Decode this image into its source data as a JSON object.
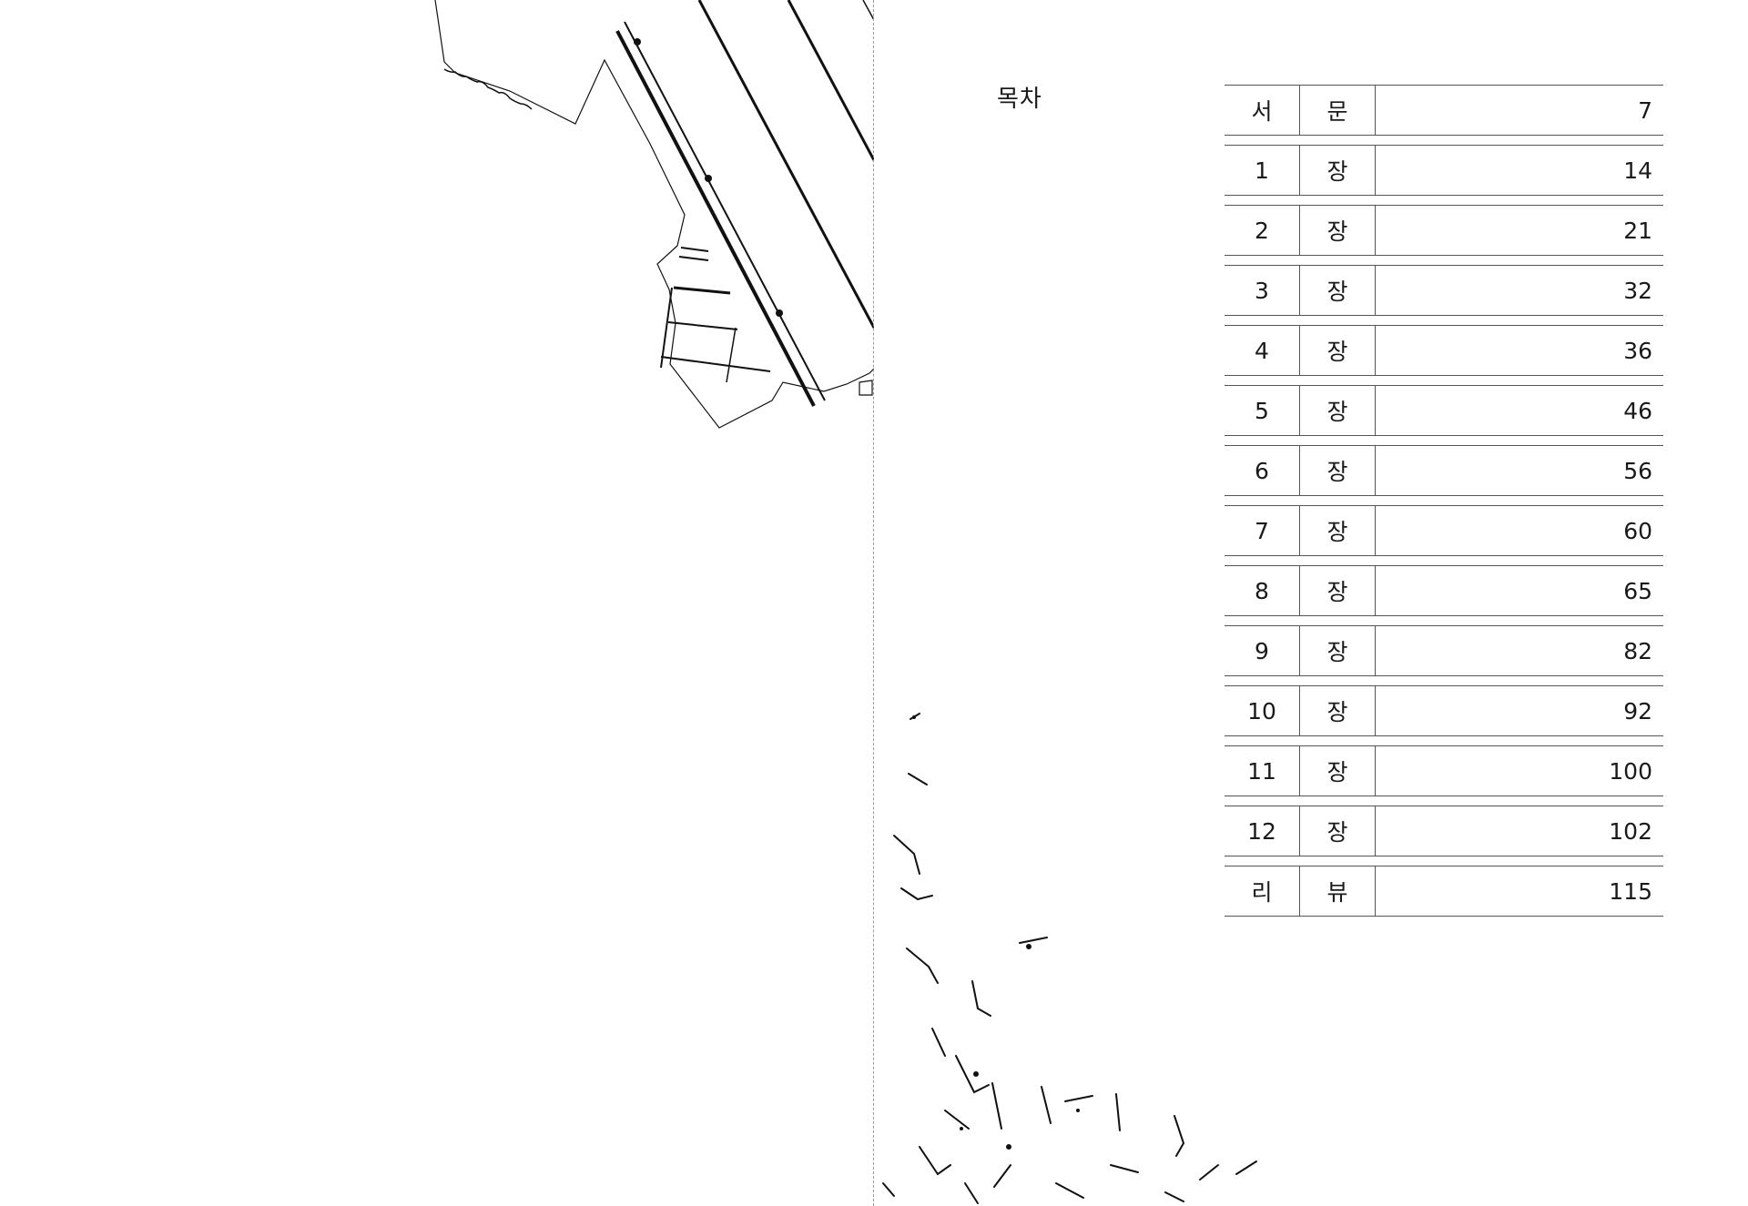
{
  "toc": {
    "title": "목차",
    "rows": [
      {
        "a": "서",
        "b": "문",
        "page": "7"
      },
      {
        "a": "1",
        "b": "장",
        "page": "14"
      },
      {
        "a": "2",
        "b": "장",
        "page": "21"
      },
      {
        "a": "3",
        "b": "장",
        "page": "32"
      },
      {
        "a": "4",
        "b": "장",
        "page": "36"
      },
      {
        "a": "5",
        "b": "장",
        "page": "46"
      },
      {
        "a": "6",
        "b": "장",
        "page": "56"
      },
      {
        "a": "7",
        "b": "장",
        "page": "60"
      },
      {
        "a": "8",
        "b": "장",
        "page": "65"
      },
      {
        "a": "9",
        "b": "장",
        "page": "82"
      },
      {
        "a": "10",
        "b": "장",
        "page": "92"
      },
      {
        "a": "11",
        "b": "장",
        "page": "100"
      },
      {
        "a": "12",
        "b": "장",
        "page": "102"
      },
      {
        "a": "리",
        "b": "뷰",
        "page": "115"
      }
    ]
  }
}
